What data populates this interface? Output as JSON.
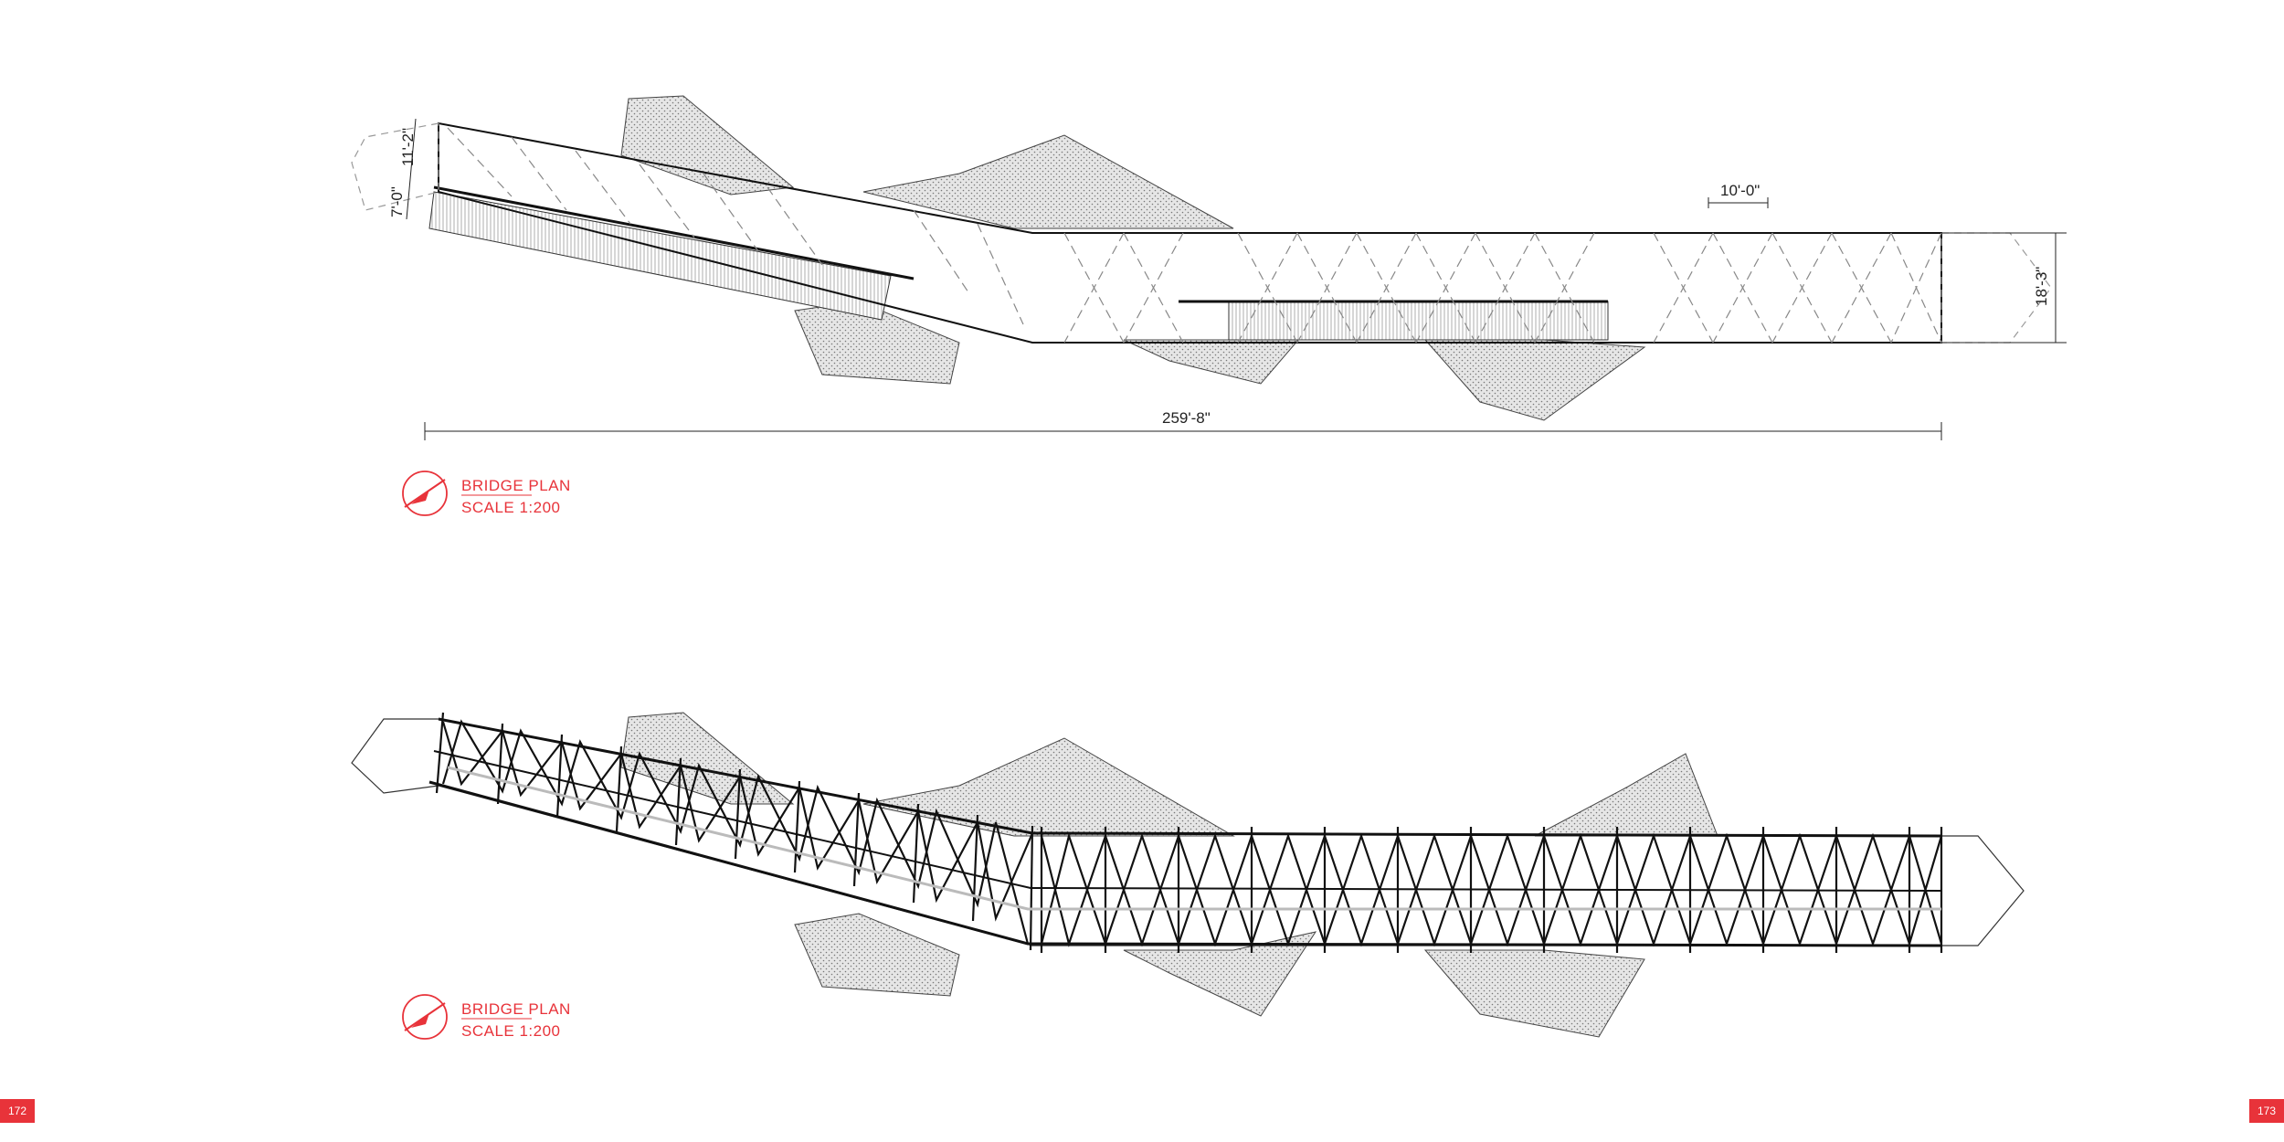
{
  "accent_color": "#e8333a",
  "plan_top": {
    "title": "BRIDGE PLAN",
    "scale": "SCALE 1:200",
    "dimensions": {
      "overall_length": "259'-8\"",
      "width": "18'-3\"",
      "bay_spacing": "10'-0\"",
      "end_width_upper": "11'-2\"",
      "end_width_lower": "7'-0\""
    }
  },
  "plan_bottom": {
    "title": "BRIDGE PLAN",
    "scale": "SCALE 1:200"
  },
  "page_numbers": {
    "left": "172",
    "right": "173"
  }
}
